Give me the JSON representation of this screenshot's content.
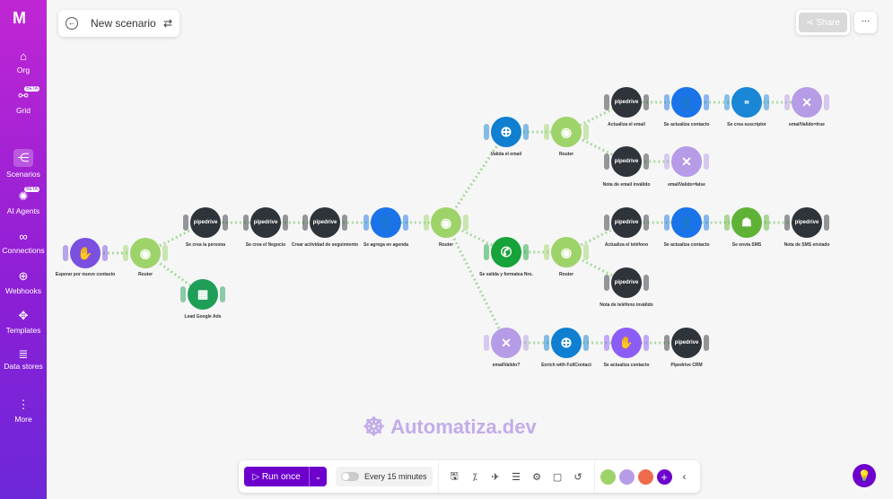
{
  "sidebar": {
    "items": [
      {
        "label": "Org"
      },
      {
        "label": "Grid",
        "badge": "BETA"
      },
      {
        "label": "Scenarios"
      },
      {
        "label": "AI Agents",
        "badge": "BETA"
      },
      {
        "label": "Connections"
      },
      {
        "label": "Webhooks"
      },
      {
        "label": "Templates"
      },
      {
        "label": "Data stores"
      },
      {
        "label": "More"
      }
    ]
  },
  "header": {
    "title": "New scenario",
    "share": "Share",
    "more": "···"
  },
  "nodes": {
    "n1": "Esperar por nuevo contacto",
    "n2": "Router",
    "n3": "Se crea la persona",
    "n4": "Se crea el Negocio",
    "n5": "Crear actividad de seguimiento",
    "n6": "Se agrega en agenda",
    "n7": "Router",
    "n8": "Lead Google Ads",
    "n9": "Valida el email",
    "n10": "Router",
    "n11": "Actualiza el email",
    "n12": "Se actualiza contacto",
    "n13": "Se crea suscriptor",
    "n14": "emailValido=true",
    "n15": "Nota de email inválido",
    "n16": "emailValido=false",
    "n17": "Se valida y formatea Nro.",
    "n18": "Router",
    "n19": "Actualiza el teléfono",
    "n20": "Se actualiza contacto",
    "n21": "Se envía SMS",
    "n22": "Nota de SMS enviado",
    "n23": "Nota de teléfono inválido",
    "n24": "emailValido?",
    "n25": "Enrich with FullContact",
    "n26": "Se actualiza contacto",
    "n27": "Pipedrive CRM"
  },
  "node_brand": "pipedrive",
  "watermark": "Automatiza.dev",
  "toolbar": {
    "run": "Run once",
    "schedule": "Every 15 minutes",
    "schedule_on": false
  },
  "colors": {
    "accent": "#6d00cc",
    "router": "#9ed36a",
    "pipedrive": "#2f333a"
  }
}
